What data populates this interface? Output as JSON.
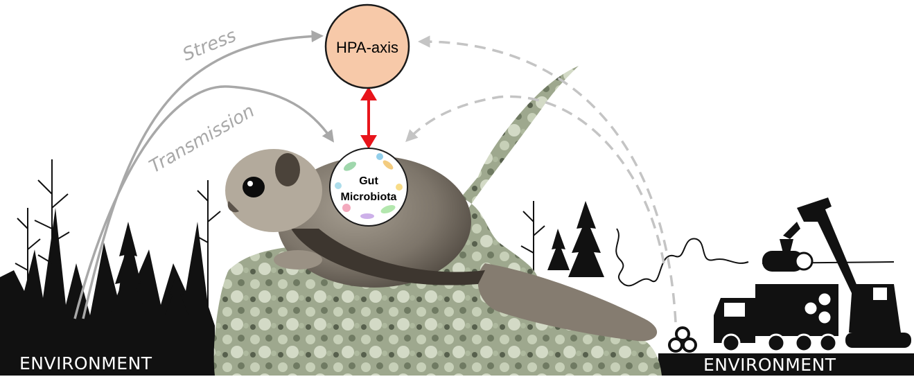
{
  "nodes": {
    "hpa": {
      "label": "HPA-axis",
      "fill": "#f7c9a9"
    },
    "gut": {
      "line1": "Gut",
      "line2": "Microbiota",
      "fill": "#ffffff"
    }
  },
  "arrows": {
    "stress": {
      "label": "Stress",
      "color": "#a8a8a8"
    },
    "transmission": {
      "label": "Transmission",
      "color": "#a8a8a8"
    },
    "hpa_gut_link": {
      "color": "#e8141b"
    },
    "dashed": {
      "color": "#c4c4c4"
    }
  },
  "environment": {
    "left_label": "ENVIRONMENT",
    "right_label": "ENVIRONMENT"
  },
  "colors": {
    "silhouette": "#111111",
    "bark": "#b9c2a6",
    "squirrel_fur": "#8a8275"
  },
  "icons": {
    "animal": "flying-squirrel-photo",
    "forest": "conifer-forest-silhouette",
    "logging": "logging-machinery-silhouette"
  }
}
